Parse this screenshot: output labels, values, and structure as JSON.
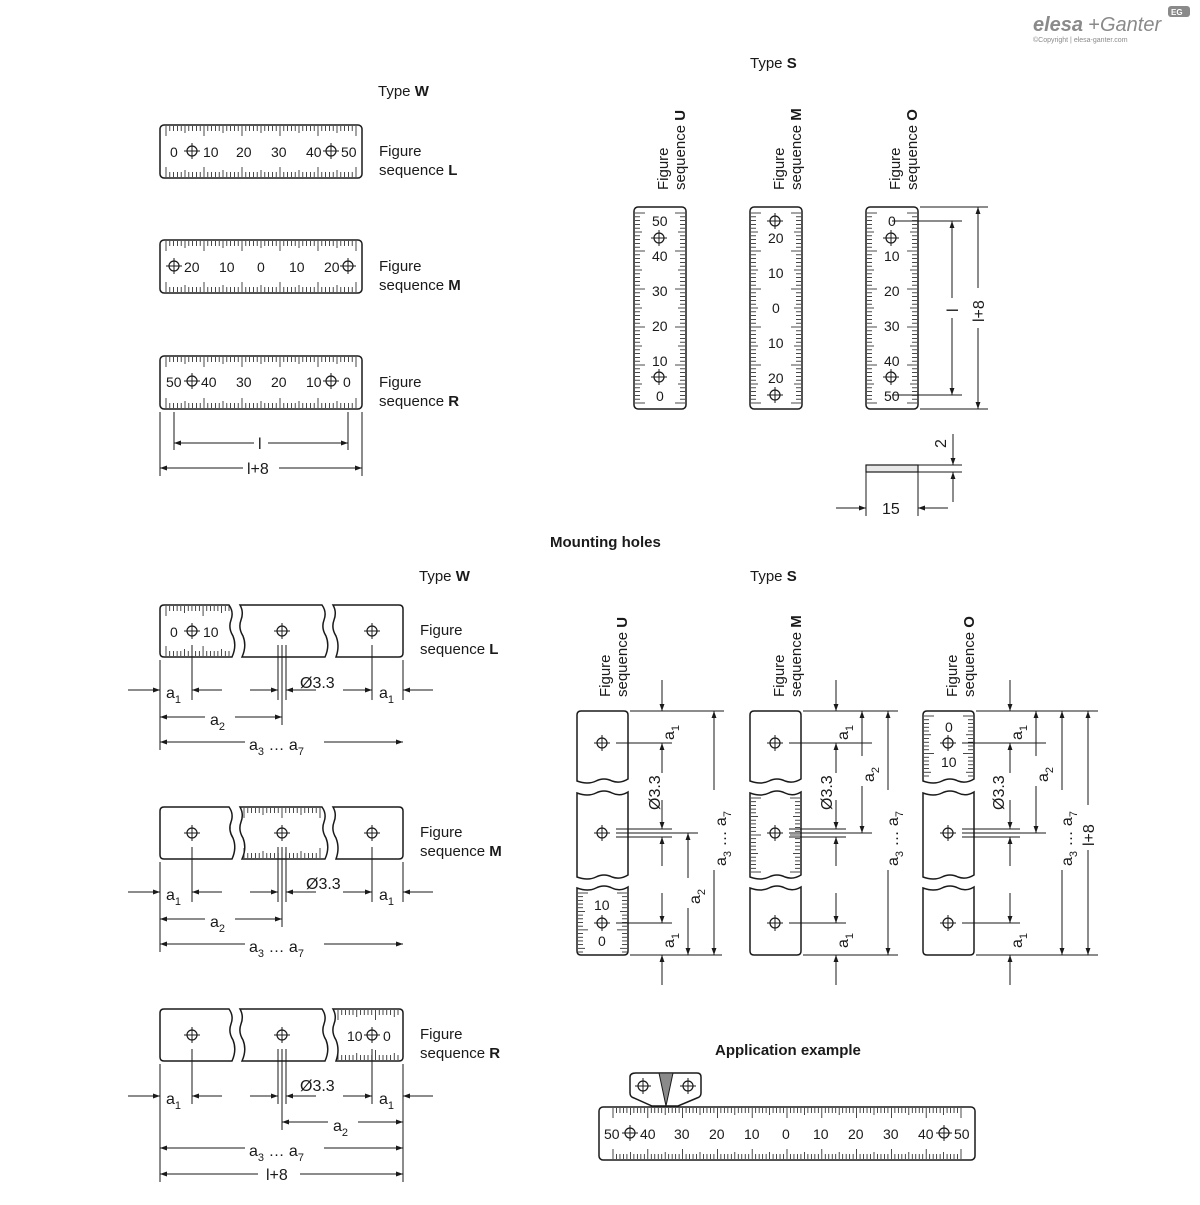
{
  "brand": {
    "name_a": "elesa",
    "plus": "+",
    "name_b": "Ganter",
    "badge": "EG",
    "copyright": "©Copyright | elesa-ganter.com"
  },
  "top": {
    "type_w": {
      "prefix": "Type ",
      "letter": "W"
    },
    "type_s": {
      "prefix": "Type ",
      "letter": "S"
    },
    "fig_line1": "Figure",
    "fig_line2_prefix": "sequence ",
    "scales_w": [
      {
        "seq": "L",
        "numbers": [
          "0",
          "10",
          "20",
          "30",
          "40",
          "50"
        ]
      },
      {
        "seq": "M",
        "numbers": [
          "20",
          "10",
          "0",
          "10",
          "20"
        ]
      },
      {
        "seq": "R",
        "numbers": [
          "50",
          "40",
          "30",
          "20",
          "10",
          "0"
        ]
      }
    ],
    "scales_s": [
      {
        "seq": "U",
        "numbers": [
          "50",
          "40",
          "30",
          "20",
          "10",
          "0"
        ]
      },
      {
        "seq": "M",
        "numbers": [
          "20",
          "10",
          "0",
          "10",
          "20"
        ]
      },
      {
        "seq": "O",
        "numbers": [
          "0",
          "10",
          "20",
          "30",
          "40",
          "50"
        ]
      }
    ],
    "dim_l": "l",
    "dim_l8": "l+8",
    "dim_2": "2",
    "dim_15": "15"
  },
  "mounting": {
    "title": "Mounting holes",
    "type_w": {
      "prefix": "Type ",
      "letter": "W"
    },
    "type_s": {
      "prefix": "Type ",
      "letter": "S"
    },
    "w_rows": [
      {
        "seq": "L",
        "scale_nums": [
          "0",
          "10"
        ]
      },
      {
        "seq": "M",
        "scale_nums": []
      },
      {
        "seq": "R",
        "scale_nums": [
          "10",
          "0"
        ]
      }
    ],
    "s_cols": [
      {
        "seq": "U",
        "scale_nums": [
          "10",
          "0"
        ]
      },
      {
        "seq": "M",
        "scale_nums": []
      },
      {
        "seq": "O",
        "scale_nums": [
          "0",
          "10"
        ]
      }
    ],
    "a": "a",
    "sub1": "1",
    "sub2": "2",
    "sub3": "3",
    "sub7": "7",
    "dots": " … a",
    "dia": "Ø3.3",
    "l8": "l+8"
  },
  "application": {
    "title": "Application example",
    "numbers": [
      "50",
      "40",
      "30",
      "20",
      "10",
      "0",
      "10",
      "20",
      "30",
      "40",
      "50"
    ]
  }
}
